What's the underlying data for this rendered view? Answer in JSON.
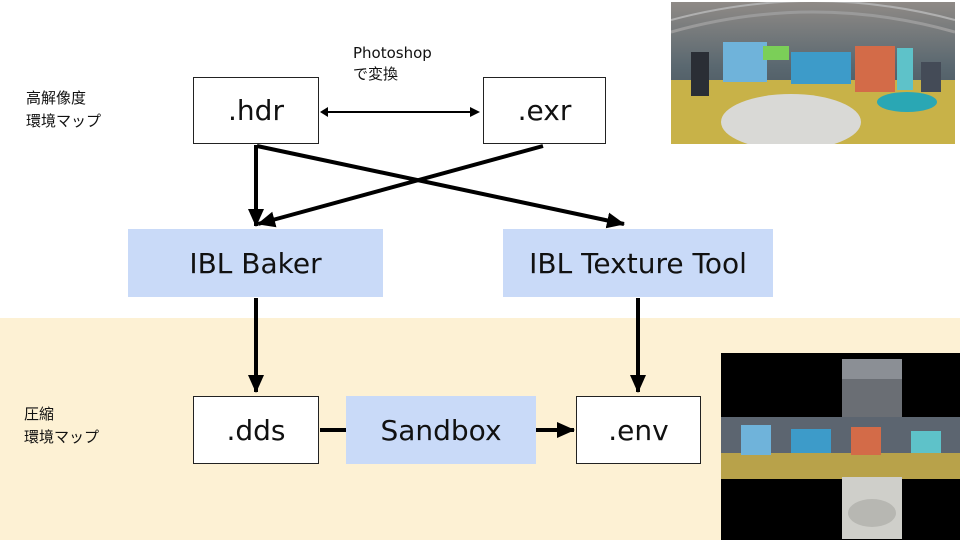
{
  "labels": {
    "hdr_group": [
      "高解像度",
      "環境マップ"
    ],
    "compressed_group": [
      "圧縮",
      "環境マップ"
    ]
  },
  "nodes": {
    "hdr": ".hdr",
    "exr": ".exr",
    "ibl_baker": "IBL Baker",
    "ibl_texture_tool": "IBL Texture Tool",
    "dds": ".dds",
    "sandbox": "Sandbox",
    "env": ".env"
  },
  "edge_labels": {
    "hdr_exr": [
      "Photoshop",
      "で変換"
    ]
  },
  "colors": {
    "band": "#fdf1d4",
    "tool_fill": "#c9daf8",
    "arrow": "#000000"
  },
  "images": {
    "equirect": "equirectangular-panorama-thumbnail",
    "cubemap": "cubemap-cross-thumbnail"
  }
}
